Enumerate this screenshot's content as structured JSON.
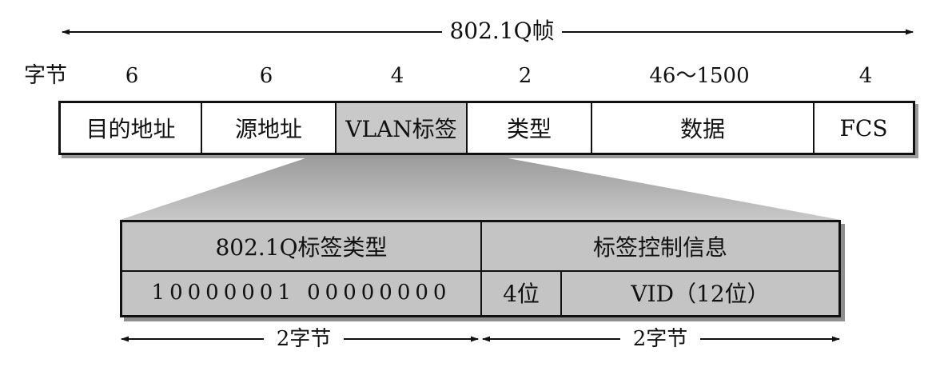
{
  "frame_title": "802.1Q帧",
  "bytes_label": "字节",
  "byte_counts": [
    "6",
    "6",
    "4",
    "2",
    "46～1500",
    "4"
  ],
  "fields": [
    "目的地址",
    "源地址",
    "VLAN标签",
    "类型",
    "数据",
    "FCS"
  ],
  "tag_detail": {
    "type_header": "802.1Q标签类型",
    "control_header": "标签控制信息",
    "type_bits": "10000001 00000000",
    "priority_label": "4位",
    "vid_label": "VID（12位）"
  },
  "span_labels": [
    "2字节",
    "2字节"
  ]
}
